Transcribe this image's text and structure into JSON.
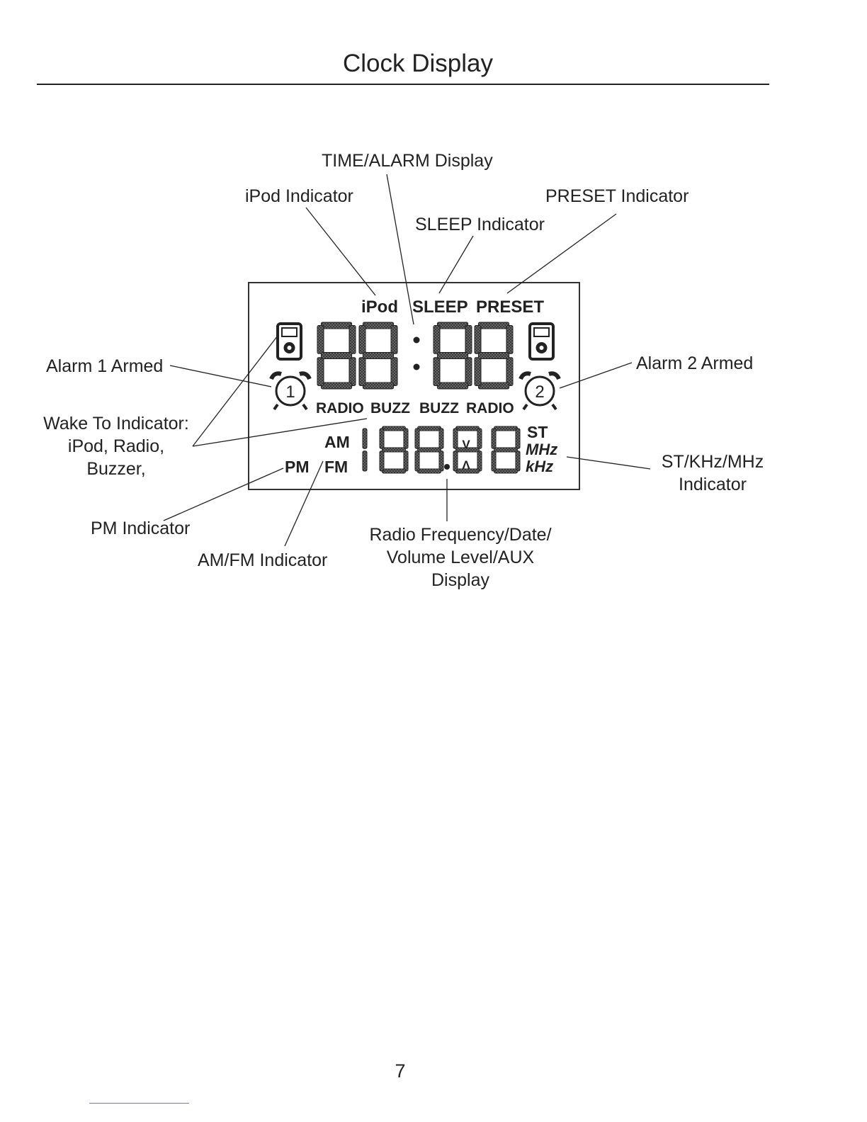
{
  "header": {
    "title": "Clock Display"
  },
  "callouts": {
    "time_alarm": "TIME/ALARM Display",
    "ipod_indicator": "iPod Indicator",
    "preset_indicator": "PRESET Indicator",
    "sleep_indicator": "SLEEP Indicator",
    "alarm1_armed": "Alarm 1 Armed",
    "alarm2_armed": "Alarm 2 Armed",
    "wake_to": [
      "Wake To Indicator:",
      "iPod, Radio,",
      "Buzzer,"
    ],
    "st_khz_mhz": [
      "ST/KHz/MHz",
      "Indicator"
    ],
    "pm_indicator": "PM Indicator",
    "am_fm_indicator": "AM/FM Indicator",
    "radio_freq": [
      "Radio Frequency/Date/",
      "Volume Level/AUX",
      "Display"
    ]
  },
  "lcd": {
    "top_labels": {
      "ipod": "iPod",
      "sleep": "SLEEP",
      "preset": "PRESET"
    },
    "time_digits": "88:88",
    "wake_labels": [
      "RADIO",
      "BUZZ",
      "BUZZ",
      "RADIO"
    ],
    "alarm_numbers": [
      "1",
      "2"
    ],
    "band_labels": {
      "am": "AM",
      "pm": "PM",
      "fm": "FM"
    },
    "freq_digits": "188.88",
    "unit_labels": {
      "st": "ST",
      "mhz": "MHz",
      "khz": "kHz"
    },
    "volume_arrows": {
      "down": "V",
      "up": "Λ"
    }
  },
  "footer": {
    "page_number": "7"
  }
}
